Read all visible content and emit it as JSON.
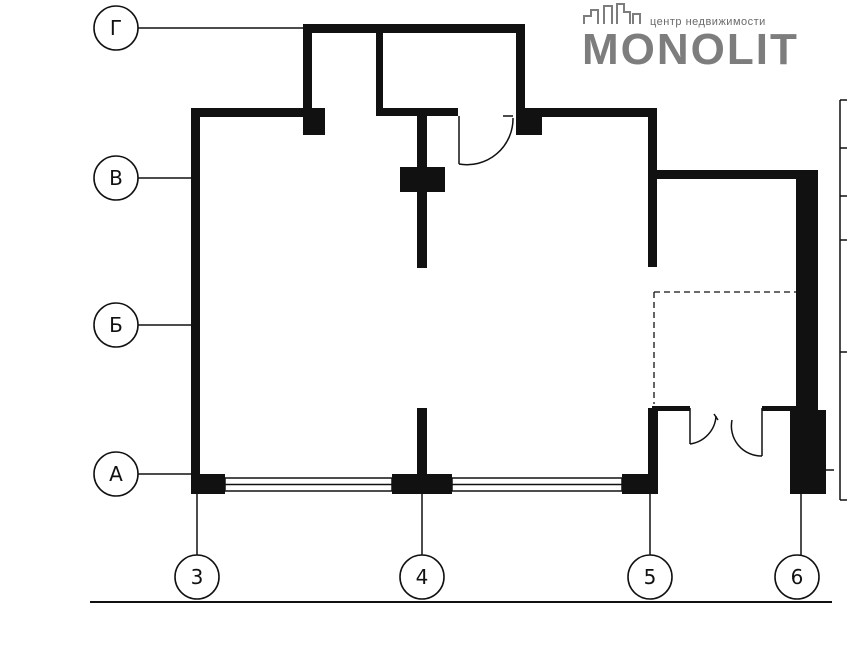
{
  "logo": {
    "tagline": "центр недвижимости",
    "name": "MONOLIT"
  },
  "grid_axes": {
    "rows": [
      "Г",
      "В",
      "Б",
      "А"
    ],
    "columns": [
      "3",
      "4",
      "5",
      "6"
    ]
  }
}
